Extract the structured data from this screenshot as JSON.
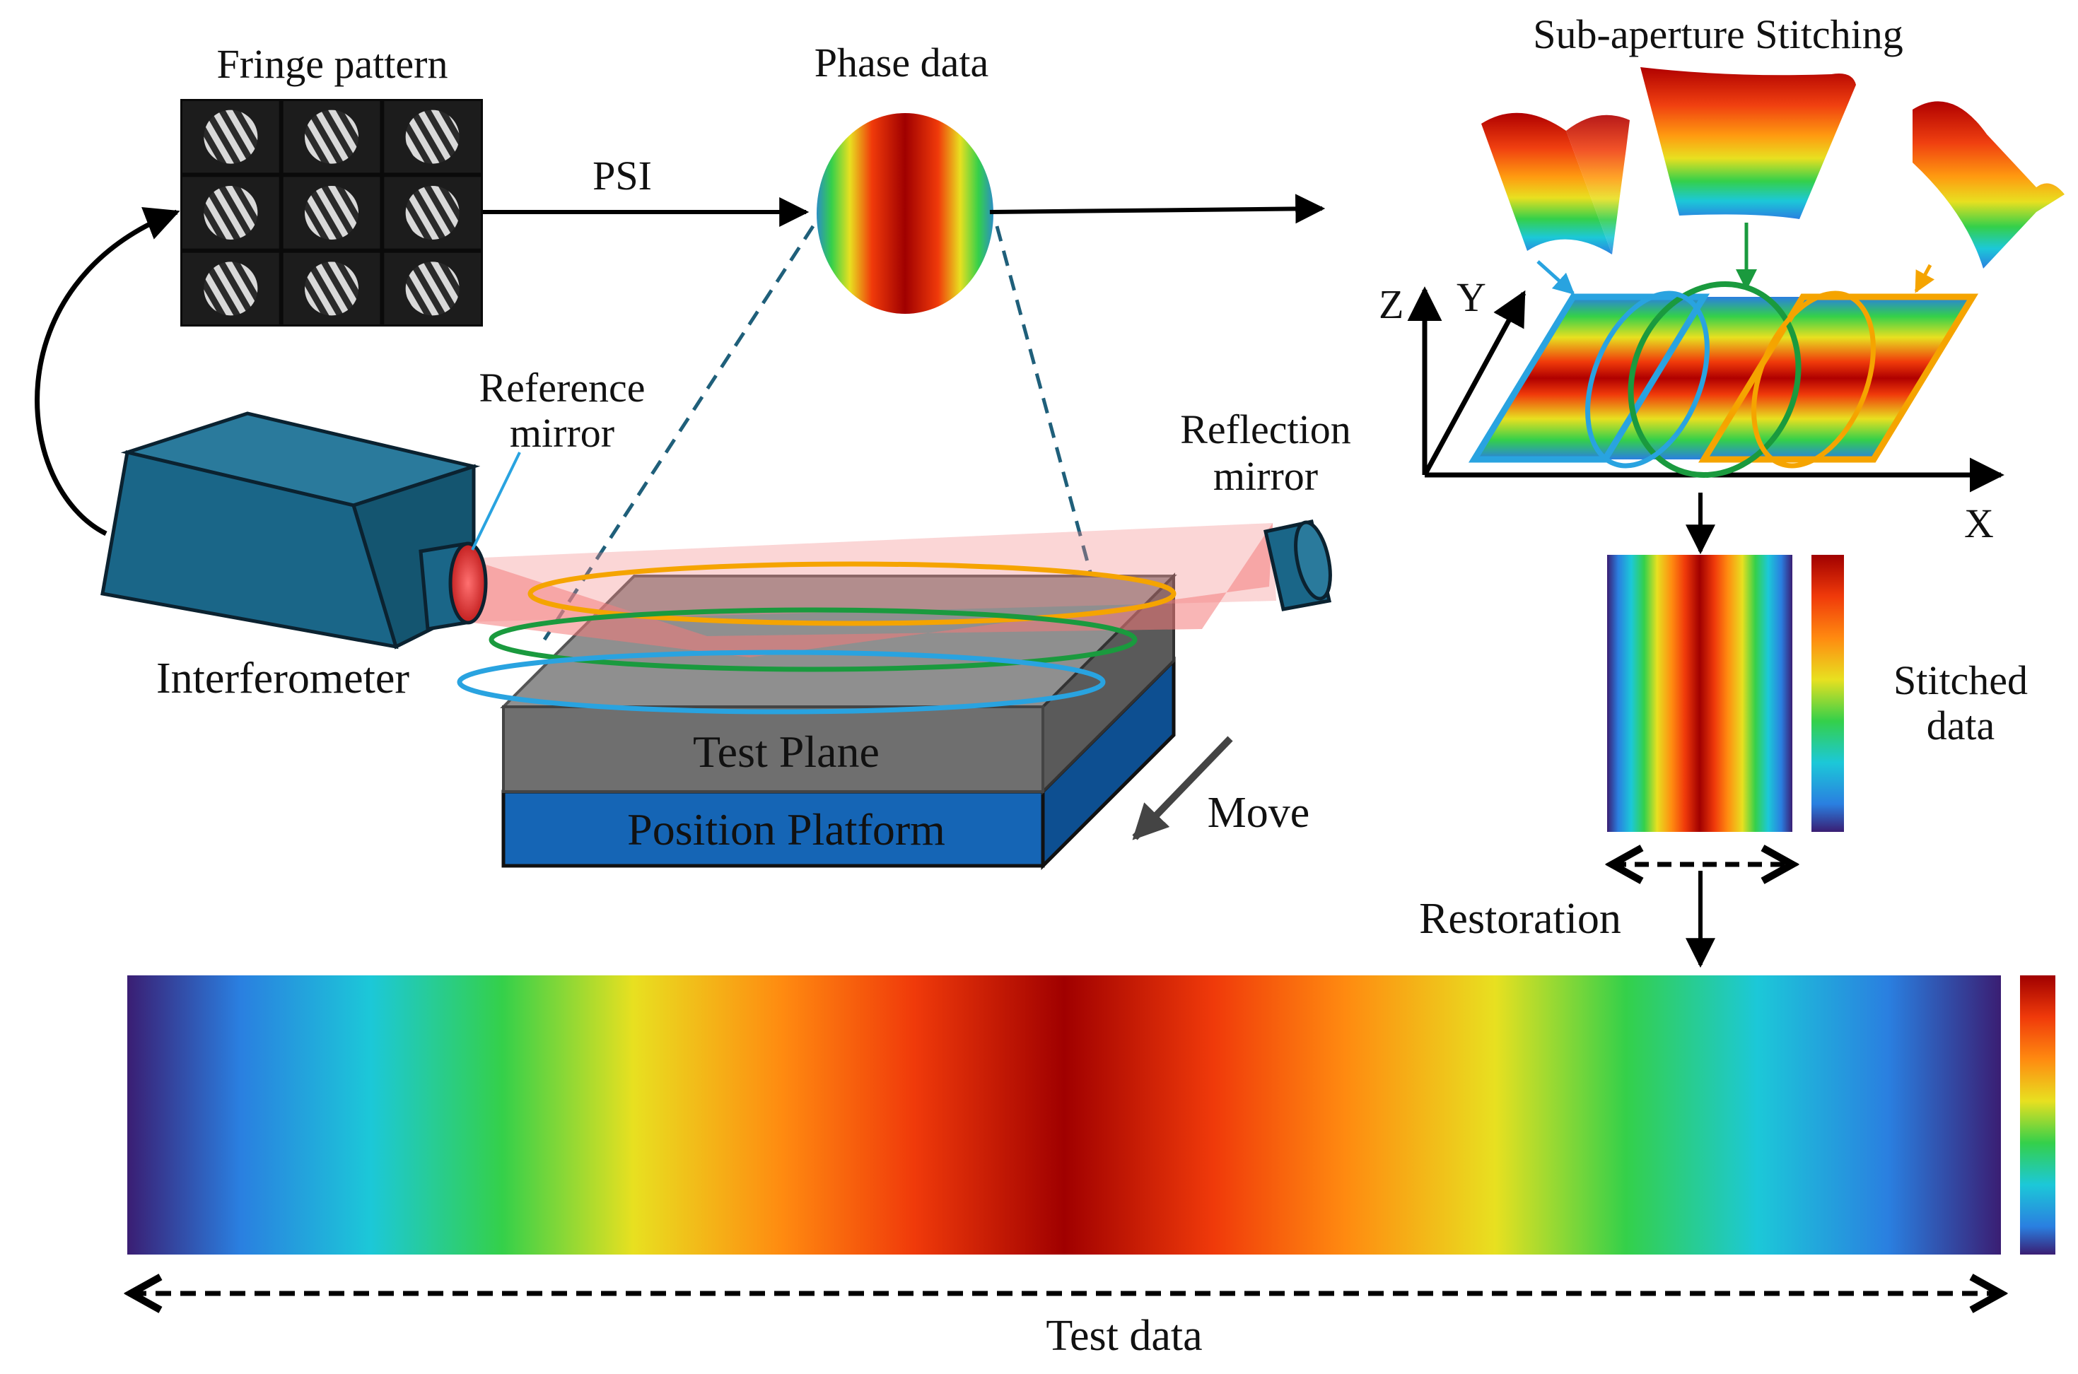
{
  "labels": {
    "fringe_pattern": "Fringe pattern",
    "phase_data": "Phase data",
    "psi": "PSI",
    "sub_aperture_stitching": "Sub-aperture Stitching",
    "reference_mirror_line1": "Reference",
    "reference_mirror_line2": "mirror",
    "reflection_mirror_line1": "Reflection",
    "reflection_mirror_line2": "mirror",
    "interferometer": "Interferometer",
    "test_plane": "Test Plane",
    "position_platform": "Position Platform",
    "move": "Move",
    "stitched_data_line1": "Stitched",
    "stitched_data_line2": "data",
    "restoration": "Restoration",
    "test_data": "Test data",
    "axis_x": "X",
    "axis_y": "Y",
    "axis_z": "Z"
  },
  "colors": {
    "interferometer_body": "#1a5f80",
    "interferometer_outline": "#0b2230",
    "beam": "#f47a7a",
    "test_plane": "#6f6f6f",
    "platform": "#1565b5",
    "ring_orange": "#f5a400",
    "ring_green": "#1a9a3e",
    "ring_blue": "#29a3e0",
    "colormap_low": "#3a1e73",
    "colormap_high": "#a00000"
  },
  "icons": [
    "curved-arrow-icon",
    "camera-lens-icon",
    "mirror-icon",
    "move-arrow-icon"
  ]
}
